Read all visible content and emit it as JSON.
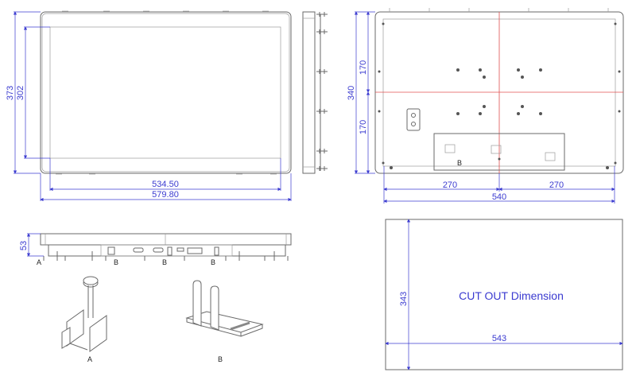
{
  "front_view": {
    "height_overall": "373",
    "height_display": "302",
    "width_display": "534.50",
    "width_overall": "579.80"
  },
  "rear_view": {
    "height_total": "340",
    "height_upper": "170",
    "height_lower": "170",
    "width_left": "270",
    "width_right": "270",
    "width_total": "540",
    "bracket_label": "B"
  },
  "bottom_view": {
    "depth": "53",
    "labels": [
      "A",
      "B",
      "B",
      "B"
    ]
  },
  "brackets": {
    "a_label": "A",
    "b_label": "B"
  },
  "cutout": {
    "title": "CUT OUT Dimension",
    "height": "343",
    "width": "543"
  },
  "colors": {
    "dimension": "#3b3bd0",
    "centerline": "#e05050",
    "outline": "#6a6a6a"
  }
}
